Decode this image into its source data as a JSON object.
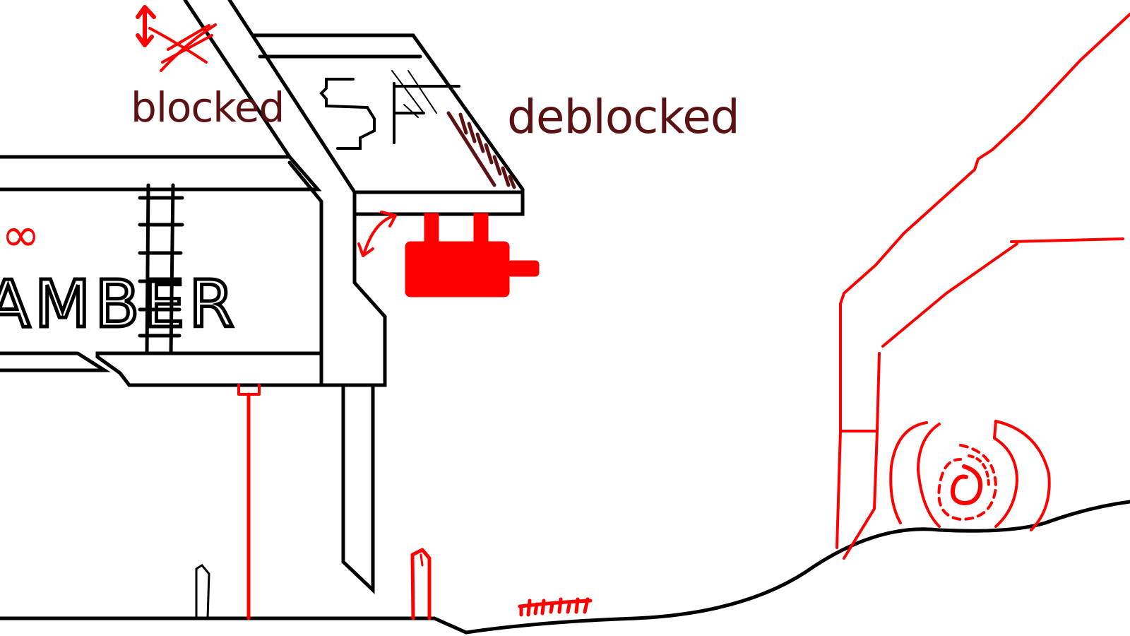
{
  "labels": {
    "blocked": "blocked",
    "deblocked": "deblocked",
    "sf": "SF",
    "chamber_partial": "AMBER",
    "infinity": "∞"
  },
  "colors": {
    "ink": "#000000",
    "accent_red": "#ff0000",
    "label_brown": "#5a1212",
    "background": "#ffffff"
  },
  "icons": [
    "crossed-out-arrow-icon",
    "rotate-arrow-icon",
    "spiral-portal-icon",
    "infinity-icon"
  ]
}
